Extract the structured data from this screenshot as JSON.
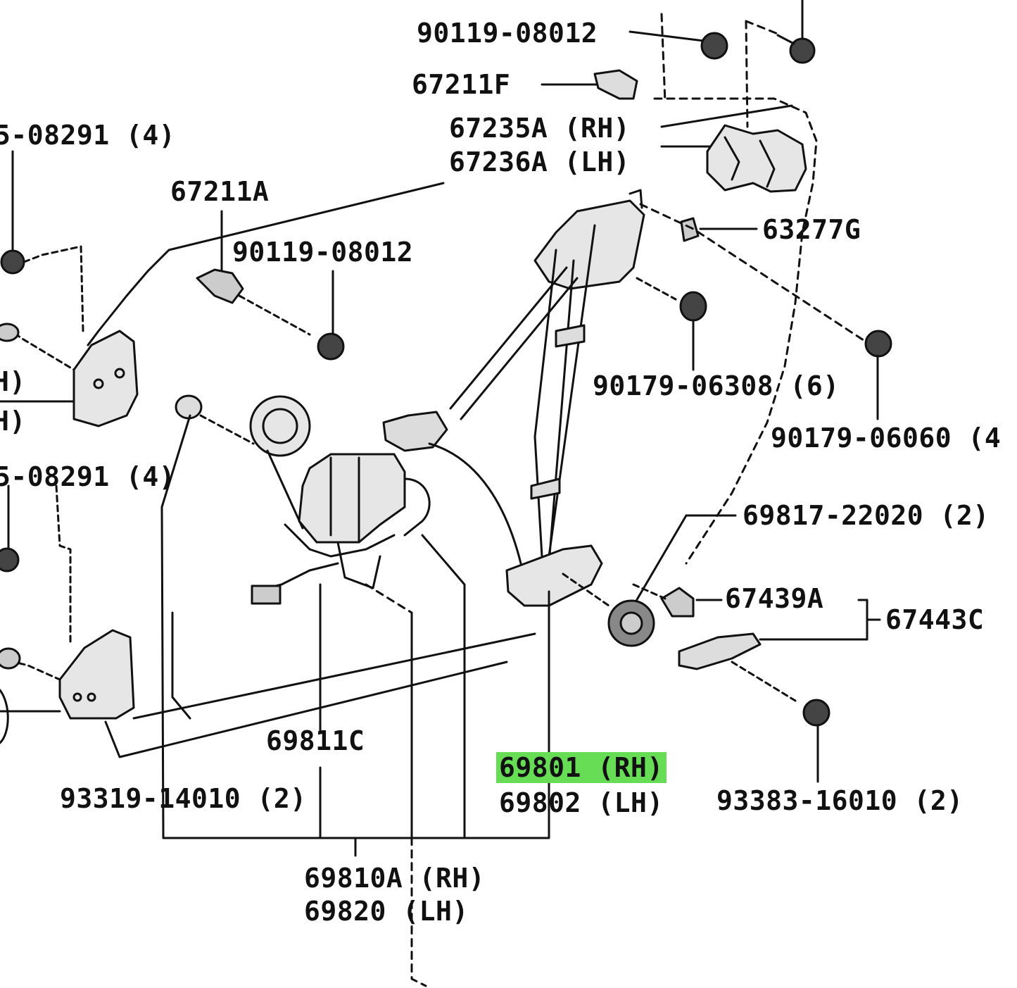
{
  "diagram": {
    "highlight_color": "#66dd55",
    "line_color": "#111111",
    "labels": {
      "p90119_08012_top": "90119-08012",
      "p67211f": "67211F",
      "p67235a": "67235A (RH)",
      "p67236a": "67236A (LH)",
      "p_08291_a": "5-08291 (4)",
      "p67211a": "67211A",
      "p90119_08012_mid": "90119-08012",
      "p63277g": "63277G",
      "p_h1": "H)",
      "p_h2": "H)",
      "p90179_06308": "90179-06308 (6)",
      "p90179_06060": "90179-06060 (4",
      "p_08291_b": "5-08291 (4)",
      "p69817_22020": "69817-22020 (2)",
      "p67439a": "67439A",
      "p67443c": "67443C",
      "p69811c": "69811C",
      "p69801": "69801 (RH)",
      "p69802": "69802 (LH)",
      "p93319_14010": "93319-14010 (2)",
      "p93383_16010": "93383-16010 (2)",
      "p69810a": "69810A (RH)",
      "p69820": "69820   (LH)"
    }
  }
}
